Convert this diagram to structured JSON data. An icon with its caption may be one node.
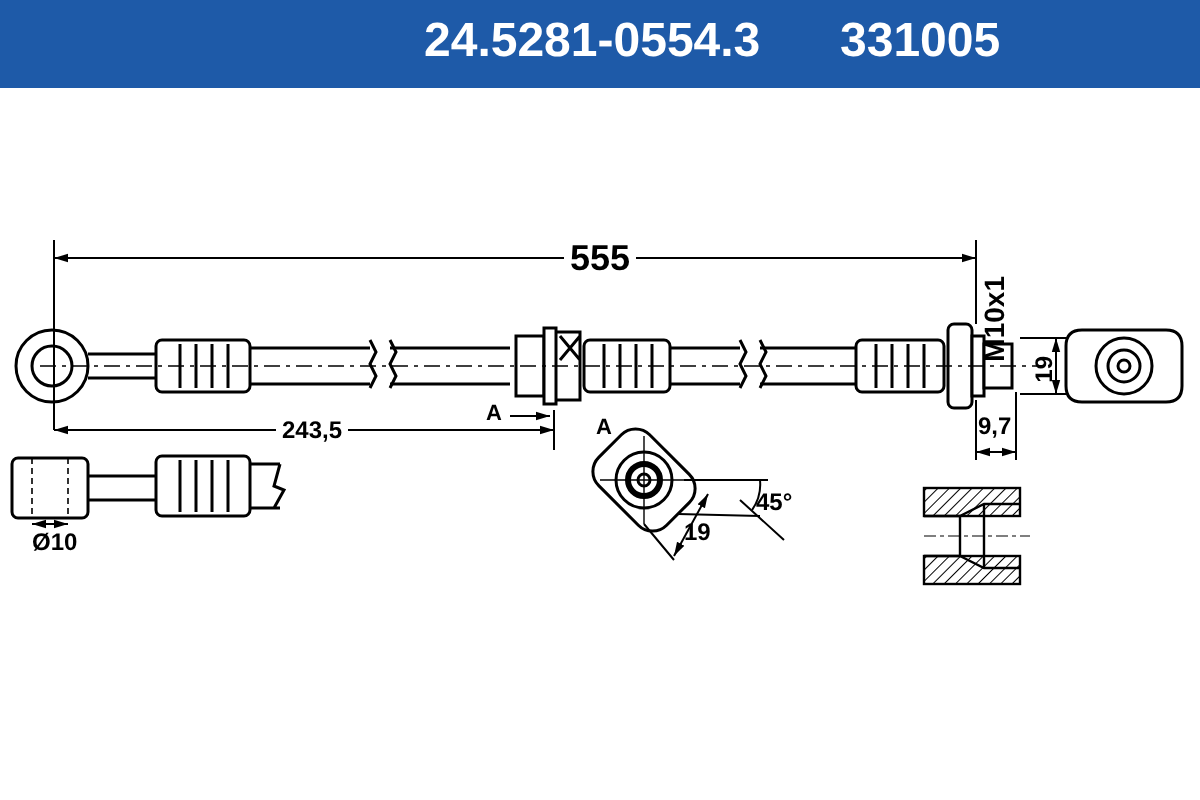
{
  "diagram": {
    "labels": [
      "24.5281-0554.3",
      "331005",
      "555",
      "M10x1",
      "19",
      "A",
      "243,5",
      "9,7",
      "A",
      "45°",
      "19",
      "Ø10"
    ]
  }
}
